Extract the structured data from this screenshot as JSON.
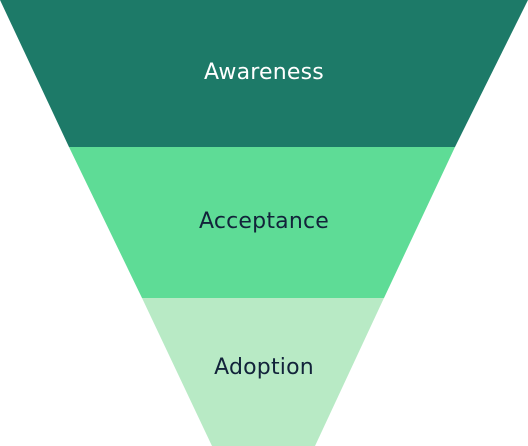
{
  "funnel": {
    "stages": [
      {
        "label": "Awareness",
        "fill": "#1d7a68",
        "text_color": "#ffffff"
      },
      {
        "label": "Acceptance",
        "fill": "#5edc96",
        "text_color": "#12233a"
      },
      {
        "label": "Adoption",
        "fill": "#b8eac5",
        "text_color": "#12233a"
      }
    ]
  }
}
